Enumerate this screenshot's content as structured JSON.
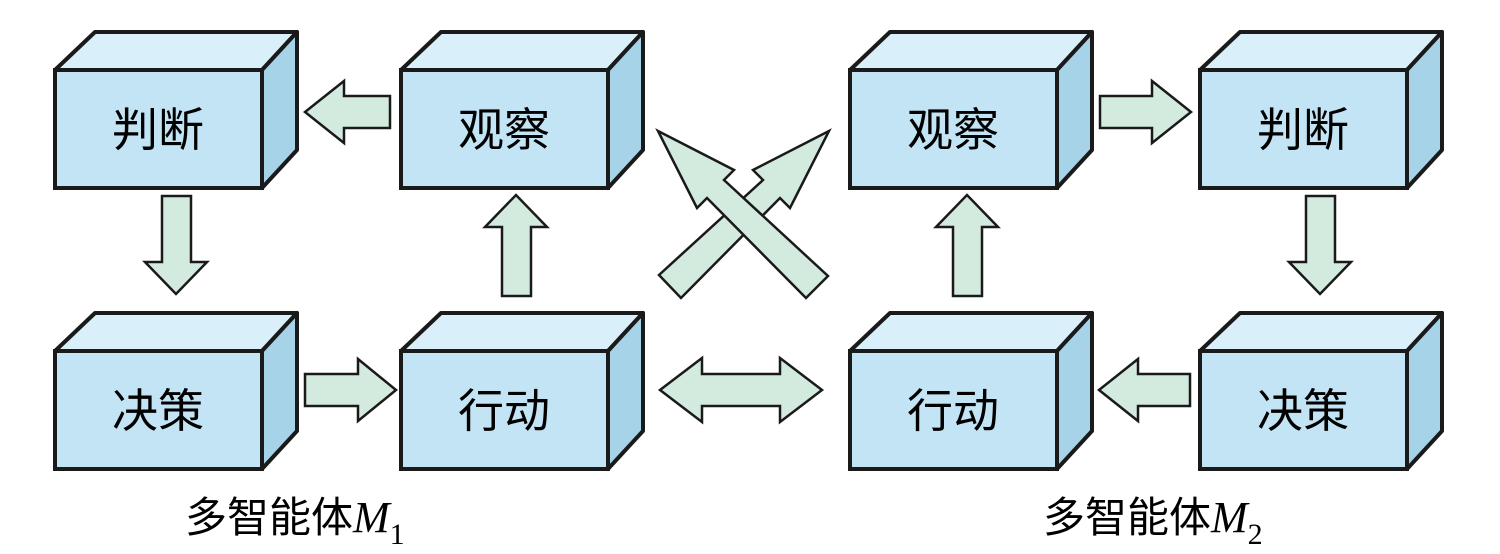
{
  "agent1": {
    "observe": "观察",
    "judge": "判断",
    "decide": "决策",
    "act": "行动",
    "caption_text": "多智能体",
    "caption_var": "M",
    "caption_sub": "1"
  },
  "agent2": {
    "observe": "观察",
    "judge": "判断",
    "decide": "决策",
    "act": "行动",
    "caption_text": "多智能体",
    "caption_var": "M",
    "caption_sub": "2"
  },
  "colors": {
    "box_face": "#c2e4f4",
    "box_top": "#d9eff9",
    "box_side": "#a6d3e8",
    "arrow_fill": "#d3eadf",
    "stroke": "#1a1a1a"
  }
}
